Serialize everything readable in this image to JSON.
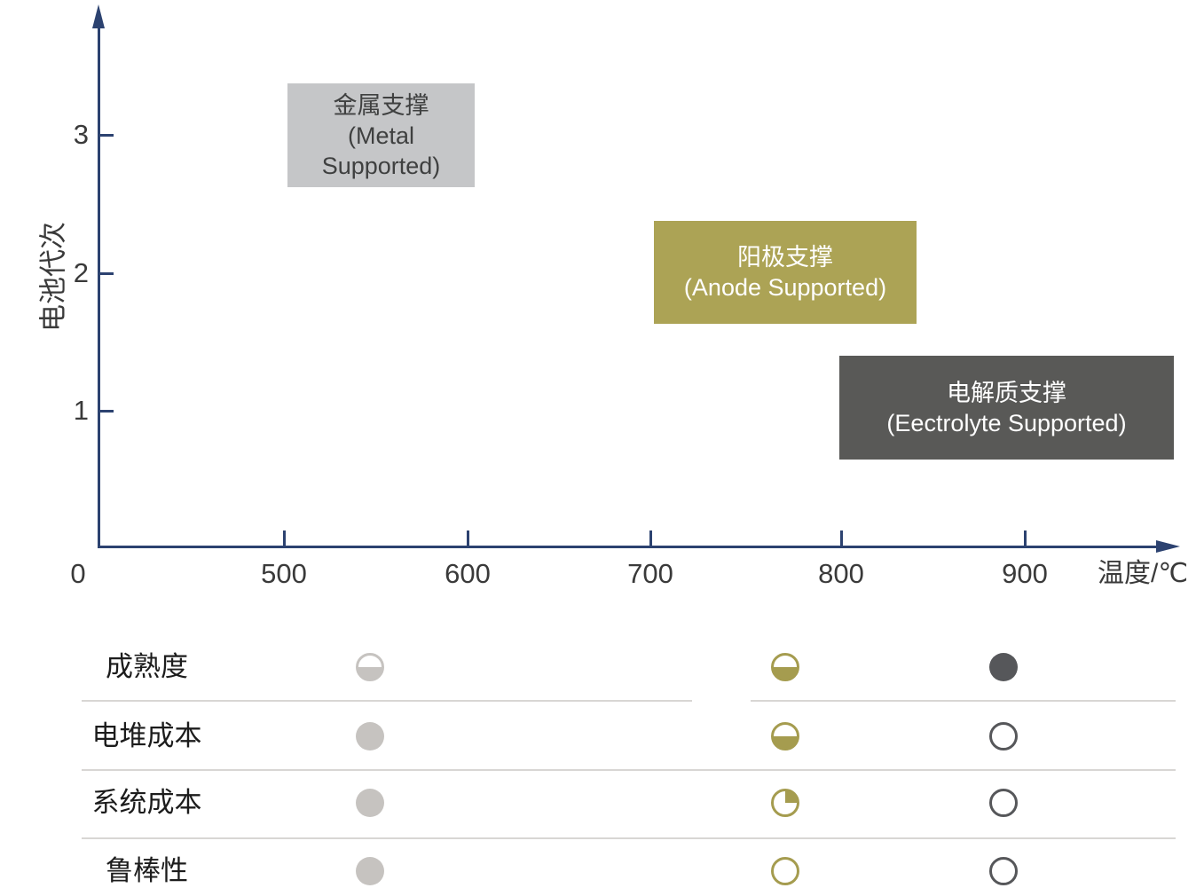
{
  "colors": {
    "axis": "#2c4270",
    "tick-text": "#3a3a3a",
    "metal-fill": "#c5c6c8",
    "metal-text": "#3f4040",
    "anode-fill": "#aca355",
    "electrolyte-fill": "#595957",
    "circle-gray": "#c6c3c0",
    "circle-olive": "#a59c4f",
    "circle-dark": "#56575a",
    "separator": "#d8d6d4"
  },
  "chart_data": {
    "type": "scatter",
    "xlabel": "温度/℃",
    "ylabel": "电池代次",
    "x_axis": {
      "label": "温度/℃",
      "origin_label": "0",
      "ticks": [
        "500",
        "600",
        "700",
        "800",
        "900"
      ],
      "range_c": [
        400,
        980
      ]
    },
    "y_axis": {
      "label": "电池代次",
      "ticks_top_to_bottom": [
        "3",
        "2",
        "1"
      ],
      "range": [
        0,
        3.8
      ]
    },
    "regions": [
      {
        "id": "metal-supported",
        "lines": [
          "金属支撑",
          "(Metal",
          "Supported)"
        ],
        "generation": 3,
        "temp_range_c": [
          500,
          600
        ],
        "fill": "#c5c6c8"
      },
      {
        "id": "anode-supported",
        "lines": [
          "阳极支撑",
          "(Anode Supported)"
        ],
        "generation": 2,
        "temp_range_c": [
          700,
          845
        ],
        "fill": "#aca355"
      },
      {
        "id": "electrolyte-supported",
        "lines": [
          "电解质支撑",
          "(Eectrolyte Supported)"
        ],
        "generation": 1,
        "temp_range_c": [
          800,
          980
        ],
        "fill": "#595957"
      }
    ]
  },
  "comparison_table": {
    "columns": [
      "metal-supported",
      "anode-supported",
      "electrolyte-supported"
    ],
    "fill_scale": [
      "empty",
      "quarter",
      "half",
      "full"
    ],
    "rows": [
      {
        "label": "成熟度",
        "cells": [
          {
            "column": "metal-supported",
            "color": "gray",
            "fill": "half"
          },
          {
            "column": "anode-supported",
            "color": "olive",
            "fill": "half"
          },
          {
            "column": "electrolyte-supported",
            "color": "dark",
            "fill": "full"
          }
        ]
      },
      {
        "label": "电堆成本",
        "cells": [
          {
            "column": "metal-supported",
            "color": "gray",
            "fill": "full"
          },
          {
            "column": "anode-supported",
            "color": "olive",
            "fill": "half"
          },
          {
            "column": "electrolyte-supported",
            "color": "dark",
            "fill": "empty"
          }
        ]
      },
      {
        "label": "系统成本",
        "cells": [
          {
            "column": "metal-supported",
            "color": "gray",
            "fill": "full"
          },
          {
            "column": "anode-supported",
            "color": "olive",
            "fill": "quarter"
          },
          {
            "column": "electrolyte-supported",
            "color": "dark",
            "fill": "empty"
          }
        ]
      },
      {
        "label": "鲁棒性",
        "cells": [
          {
            "column": "metal-supported",
            "color": "gray",
            "fill": "full"
          },
          {
            "column": "anode-supported",
            "color": "olive",
            "fill": "empty"
          },
          {
            "column": "electrolyte-supported",
            "color": "dark",
            "fill": "empty"
          }
        ]
      }
    ]
  }
}
